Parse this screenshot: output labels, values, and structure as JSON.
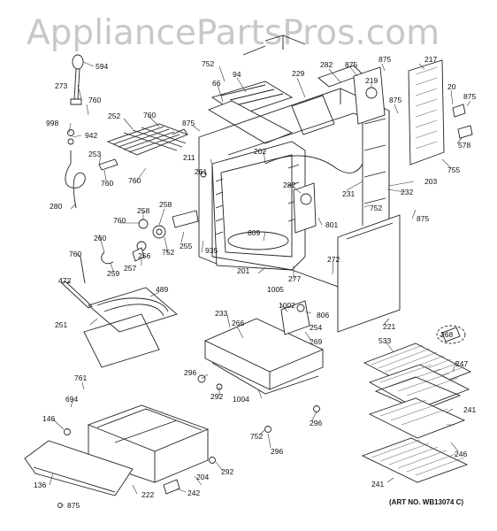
{
  "watermark": "AppliancePartsPros.com",
  "art_number": "(ART NO. WB13074 C)",
  "labels": [
    {
      "id": "594",
      "t": "594"
    },
    {
      "id": "273",
      "t": "273"
    },
    {
      "id": "760a",
      "t": "760"
    },
    {
      "id": "998",
      "t": "998"
    },
    {
      "id": "942",
      "t": "942"
    },
    {
      "id": "252",
      "t": "252"
    },
    {
      "id": "760b",
      "t": "760"
    },
    {
      "id": "253",
      "t": "253"
    },
    {
      "id": "760c",
      "t": "760"
    },
    {
      "id": "760d",
      "t": "760"
    },
    {
      "id": "280",
      "t": "280"
    },
    {
      "id": "752a",
      "t": "752"
    },
    {
      "id": "94",
      "t": "94"
    },
    {
      "id": "66",
      "t": "66"
    },
    {
      "id": "875a",
      "t": "875"
    },
    {
      "id": "211",
      "t": "211"
    },
    {
      "id": "261",
      "t": "261"
    },
    {
      "id": "229",
      "t": "229"
    },
    {
      "id": "282a",
      "t": "282"
    },
    {
      "id": "875b",
      "t": "875"
    },
    {
      "id": "875c",
      "t": "875"
    },
    {
      "id": "219",
      "t": "219"
    },
    {
      "id": "217",
      "t": "217"
    },
    {
      "id": "875d",
      "t": "875"
    },
    {
      "id": "20",
      "t": "20"
    },
    {
      "id": "875e",
      "t": "875"
    },
    {
      "id": "578",
      "t": "578"
    },
    {
      "id": "755",
      "t": "755"
    },
    {
      "id": "203",
      "t": "203"
    },
    {
      "id": "232",
      "t": "232"
    },
    {
      "id": "202",
      "t": "202"
    },
    {
      "id": "231",
      "t": "231"
    },
    {
      "id": "282b",
      "t": "282"
    },
    {
      "id": "752b",
      "t": "752"
    },
    {
      "id": "875f",
      "t": "875"
    },
    {
      "id": "760e",
      "t": "760"
    },
    {
      "id": "258a",
      "t": "258"
    },
    {
      "id": "258b",
      "t": "258"
    },
    {
      "id": "809",
      "t": "809"
    },
    {
      "id": "801",
      "t": "801"
    },
    {
      "id": "255",
      "t": "255"
    },
    {
      "id": "752c",
      "t": "752"
    },
    {
      "id": "935",
      "t": "935"
    },
    {
      "id": "260",
      "t": "260"
    },
    {
      "id": "256",
      "t": "256"
    },
    {
      "id": "257",
      "t": "257"
    },
    {
      "id": "259",
      "t": "259"
    },
    {
      "id": "272",
      "t": "272"
    },
    {
      "id": "760f",
      "t": "760"
    },
    {
      "id": "201",
      "t": "201"
    },
    {
      "id": "277",
      "t": "277"
    },
    {
      "id": "1005",
      "t": "1005"
    },
    {
      "id": "472",
      "t": "472"
    },
    {
      "id": "489",
      "t": "489"
    },
    {
      "id": "1002",
      "t": "1002"
    },
    {
      "id": "806",
      "t": "806"
    },
    {
      "id": "221",
      "t": "221"
    },
    {
      "id": "233",
      "t": "233"
    },
    {
      "id": "254",
      "t": "254"
    },
    {
      "id": "251",
      "t": "251"
    },
    {
      "id": "266",
      "t": "266"
    },
    {
      "id": "269",
      "t": "269"
    },
    {
      "id": "268",
      "t": "268"
    },
    {
      "id": "533",
      "t": "533"
    },
    {
      "id": "247",
      "t": "247"
    },
    {
      "id": "296a",
      "t": "296"
    },
    {
      "id": "292a",
      "t": "292"
    },
    {
      "id": "1004",
      "t": "1004"
    },
    {
      "id": "761",
      "t": "761"
    },
    {
      "id": "694",
      "t": "694"
    },
    {
      "id": "296b",
      "t": "296"
    },
    {
      "id": "241a",
      "t": "241"
    },
    {
      "id": "146",
      "t": "146"
    },
    {
      "id": "752d",
      "t": "752"
    },
    {
      "id": "296c",
      "t": "296"
    },
    {
      "id": "246",
      "t": "246"
    },
    {
      "id": "292b",
      "t": "292"
    },
    {
      "id": "204",
      "t": "204"
    },
    {
      "id": "136",
      "t": "136"
    },
    {
      "id": "222",
      "t": "222"
    },
    {
      "id": "242",
      "t": "242"
    },
    {
      "id": "241b",
      "t": "241"
    },
    {
      "id": "875g",
      "t": "875"
    }
  ]
}
